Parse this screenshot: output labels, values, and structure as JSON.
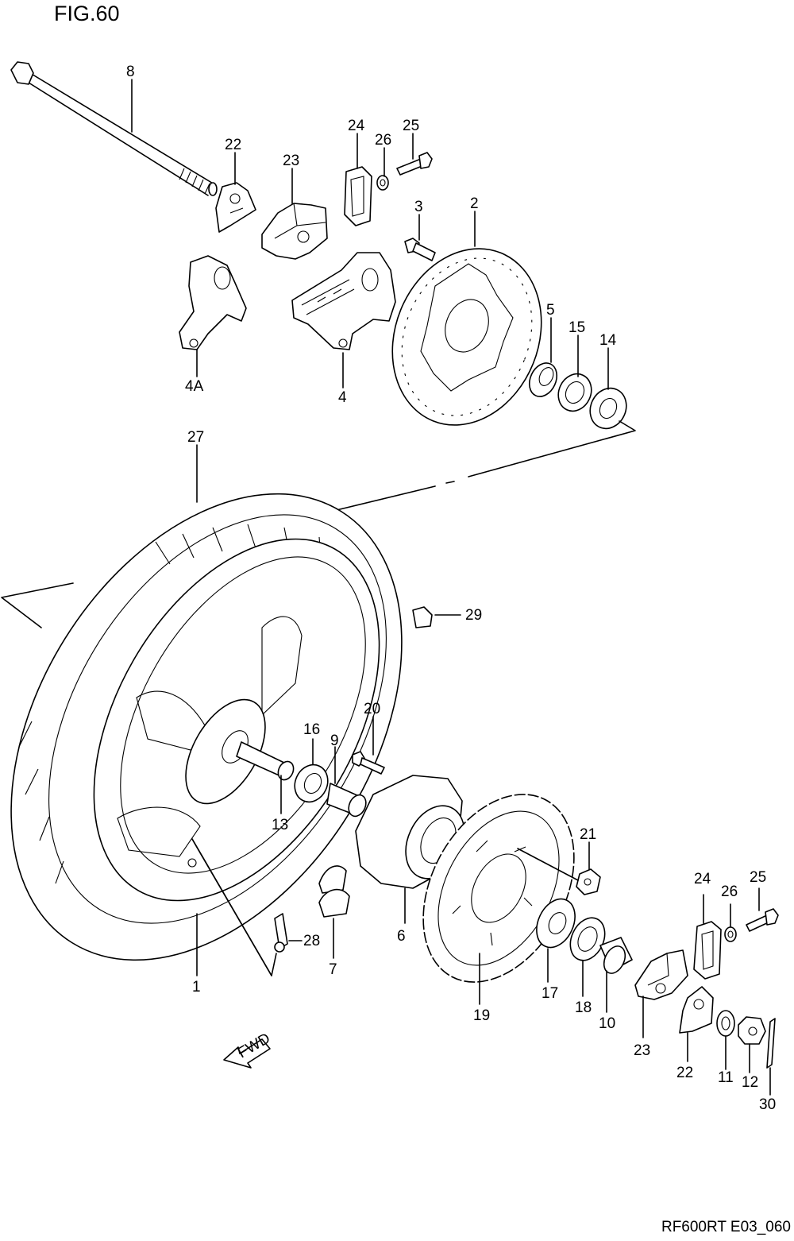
{
  "title": "FIG.60",
  "footer_code": "RF600RT E03_060",
  "arrow_label": "FWD",
  "callouts": {
    "p1": "1",
    "p2": "2",
    "p3": "3",
    "p4": "4",
    "p4a": "4A",
    "p5": "5",
    "p6": "6",
    "p7": "7",
    "p8": "8",
    "p9": "9",
    "p10": "10",
    "p11": "11",
    "p12": "12",
    "p13": "13",
    "p14": "14",
    "p15": "15",
    "p16": "16",
    "p17": "17",
    "p18": "18",
    "p19": "19",
    "p20": "20",
    "p21": "21",
    "p22a": "22",
    "p22b": "22",
    "p23a": "23",
    "p23b": "23",
    "p24a": "24",
    "p24b": "24",
    "p25a": "25",
    "p25b": "25",
    "p26a": "26",
    "p26b": "26",
    "p27": "27",
    "p28": "28",
    "p29": "29",
    "p30": "30"
  }
}
